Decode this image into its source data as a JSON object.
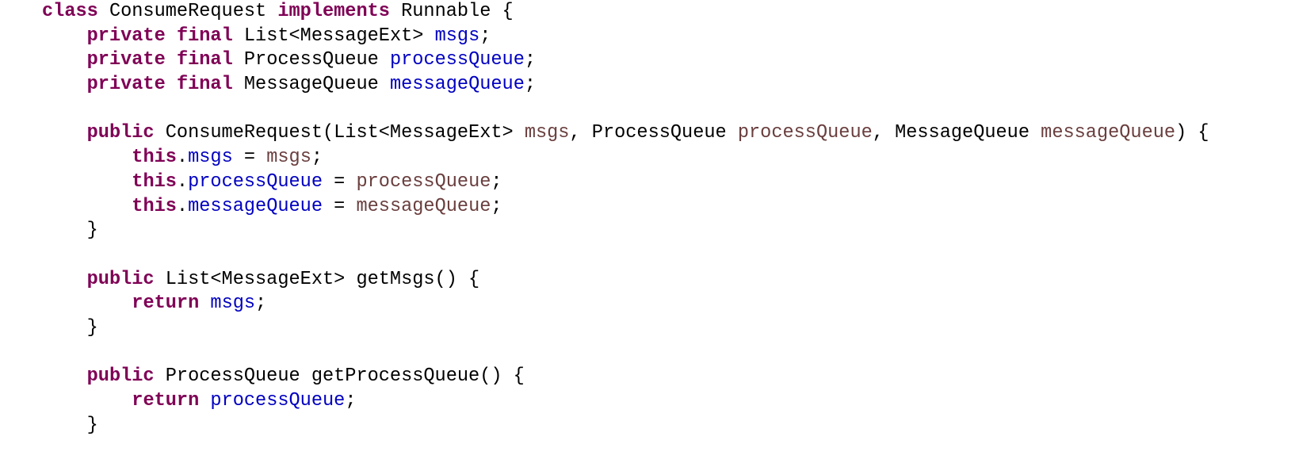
{
  "code": {
    "lines": [
      {
        "tokens": [
          {
            "text": "class",
            "kind": "kw"
          },
          {
            "text": " ConsumeRequest ",
            "kind": "plain"
          },
          {
            "text": "implements",
            "kind": "kw"
          },
          {
            "text": " Runnable {",
            "kind": "plain"
          }
        ]
      },
      {
        "tokens": [
          {
            "text": "    ",
            "kind": "plain"
          },
          {
            "text": "private",
            "kind": "kw"
          },
          {
            "text": " ",
            "kind": "plain"
          },
          {
            "text": "final",
            "kind": "kw"
          },
          {
            "text": " List<MessageExt> ",
            "kind": "plain"
          },
          {
            "text": "msgs",
            "kind": "field"
          },
          {
            "text": ";",
            "kind": "plain"
          }
        ]
      },
      {
        "tokens": [
          {
            "text": "    ",
            "kind": "plain"
          },
          {
            "text": "private",
            "kind": "kw"
          },
          {
            "text": " ",
            "kind": "plain"
          },
          {
            "text": "final",
            "kind": "kw"
          },
          {
            "text": " ProcessQueue ",
            "kind": "plain"
          },
          {
            "text": "processQueue",
            "kind": "field"
          },
          {
            "text": ";",
            "kind": "plain"
          }
        ]
      },
      {
        "tokens": [
          {
            "text": "    ",
            "kind": "plain"
          },
          {
            "text": "private",
            "kind": "kw"
          },
          {
            "text": " ",
            "kind": "plain"
          },
          {
            "text": "final",
            "kind": "kw"
          },
          {
            "text": " MessageQueue ",
            "kind": "plain"
          },
          {
            "text": "messageQueue",
            "kind": "field"
          },
          {
            "text": ";",
            "kind": "plain"
          }
        ]
      },
      {
        "tokens": []
      },
      {
        "tokens": [
          {
            "text": "    ",
            "kind": "plain"
          },
          {
            "text": "public",
            "kind": "kw"
          },
          {
            "text": " ConsumeRequest(List<MessageExt> ",
            "kind": "plain"
          },
          {
            "text": "msgs",
            "kind": "param"
          },
          {
            "text": ", ProcessQueue ",
            "kind": "plain"
          },
          {
            "text": "processQueue",
            "kind": "param"
          },
          {
            "text": ", MessageQueue ",
            "kind": "plain"
          },
          {
            "text": "messageQueue",
            "kind": "param"
          },
          {
            "text": ") {",
            "kind": "plain"
          }
        ]
      },
      {
        "tokens": [
          {
            "text": "        ",
            "kind": "plain"
          },
          {
            "text": "this",
            "kind": "kw"
          },
          {
            "text": ".",
            "kind": "plain"
          },
          {
            "text": "msgs",
            "kind": "field"
          },
          {
            "text": " = ",
            "kind": "plain"
          },
          {
            "text": "msgs",
            "kind": "param"
          },
          {
            "text": ";",
            "kind": "plain"
          }
        ]
      },
      {
        "tokens": [
          {
            "text": "        ",
            "kind": "plain"
          },
          {
            "text": "this",
            "kind": "kw"
          },
          {
            "text": ".",
            "kind": "plain"
          },
          {
            "text": "processQueue",
            "kind": "field"
          },
          {
            "text": " = ",
            "kind": "plain"
          },
          {
            "text": "processQueue",
            "kind": "param"
          },
          {
            "text": ";",
            "kind": "plain"
          }
        ]
      },
      {
        "tokens": [
          {
            "text": "        ",
            "kind": "plain"
          },
          {
            "text": "this",
            "kind": "kw"
          },
          {
            "text": ".",
            "kind": "plain"
          },
          {
            "text": "messageQueue",
            "kind": "field"
          },
          {
            "text": " = ",
            "kind": "plain"
          },
          {
            "text": "messageQueue",
            "kind": "param"
          },
          {
            "text": ";",
            "kind": "plain"
          }
        ]
      },
      {
        "tokens": [
          {
            "text": "    }",
            "kind": "plain"
          }
        ]
      },
      {
        "tokens": []
      },
      {
        "tokens": [
          {
            "text": "    ",
            "kind": "plain"
          },
          {
            "text": "public",
            "kind": "kw"
          },
          {
            "text": " List<MessageExt> getMsgs() {",
            "kind": "plain"
          }
        ]
      },
      {
        "tokens": [
          {
            "text": "        ",
            "kind": "plain"
          },
          {
            "text": "return",
            "kind": "kw"
          },
          {
            "text": " ",
            "kind": "plain"
          },
          {
            "text": "msgs",
            "kind": "field"
          },
          {
            "text": ";",
            "kind": "plain"
          }
        ]
      },
      {
        "tokens": [
          {
            "text": "    }",
            "kind": "plain"
          }
        ]
      },
      {
        "tokens": []
      },
      {
        "tokens": [
          {
            "text": "    ",
            "kind": "plain"
          },
          {
            "text": "public",
            "kind": "kw"
          },
          {
            "text": " ProcessQueue getProcessQueue() {",
            "kind": "plain"
          }
        ]
      },
      {
        "tokens": [
          {
            "text": "        ",
            "kind": "plain"
          },
          {
            "text": "return",
            "kind": "kw"
          },
          {
            "text": " ",
            "kind": "plain"
          },
          {
            "text": "processQueue",
            "kind": "field"
          },
          {
            "text": ";",
            "kind": "plain"
          }
        ]
      },
      {
        "tokens": [
          {
            "text": "    }",
            "kind": "plain"
          }
        ]
      }
    ]
  }
}
